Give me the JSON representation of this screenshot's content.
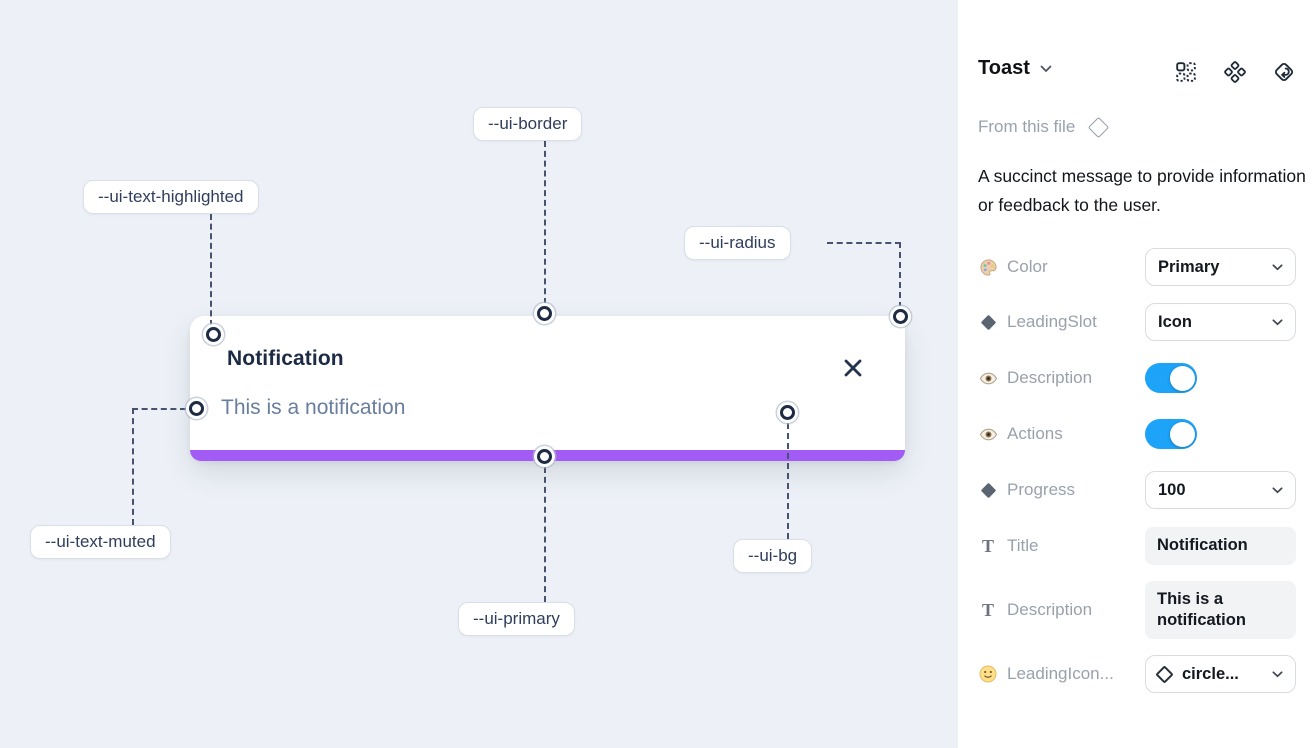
{
  "canvas": {
    "toast": {
      "title": "Notification",
      "description": "This is a notification"
    },
    "labels": [
      {
        "text": "--ui-border"
      },
      {
        "text": "--ui-text-highlighted"
      },
      {
        "text": "--ui-radius"
      },
      {
        "text": "--ui-text-muted"
      },
      {
        "text": "--ui-primary"
      },
      {
        "text": "--ui-bg"
      }
    ],
    "colors": {
      "canvas_bg": "#edf1f7",
      "primary_bar": "#a35bf5",
      "connector_line": "#45536e"
    }
  },
  "panel": {
    "title": "Toast",
    "source_label": "From this file",
    "description": "A succinct message to provide information or feedback to the user.",
    "header_icons": [
      "instances-grid-icon",
      "component-diamonds-icon",
      "swap-instance-icon"
    ],
    "properties": [
      {
        "icon": "palette-icon",
        "label": "Color",
        "control": "dropdown",
        "value": "Primary"
      },
      {
        "icon": "diamond-icon",
        "label": "LeadingSlot",
        "control": "dropdown",
        "value": "Icon"
      },
      {
        "icon": "eye-icon",
        "label": "Description",
        "control": "toggle",
        "state": "on"
      },
      {
        "icon": "eye-icon",
        "label": "Actions",
        "control": "toggle",
        "state": "on"
      },
      {
        "icon": "diamond-icon",
        "label": "Progress",
        "control": "dropdown",
        "value": "100"
      },
      {
        "icon": "text-type-icon",
        "label": "Title",
        "control": "textbox",
        "value": "Notification"
      },
      {
        "icon": "text-type-icon",
        "label": "Description",
        "control": "textbox",
        "value": "This is a notification"
      },
      {
        "icon": "smiley-icon",
        "label": "LeadingIcon...",
        "control": "icon-dropdown",
        "value": "circle..."
      }
    ],
    "colors": {
      "toggle_on": "#1da3f8"
    }
  }
}
